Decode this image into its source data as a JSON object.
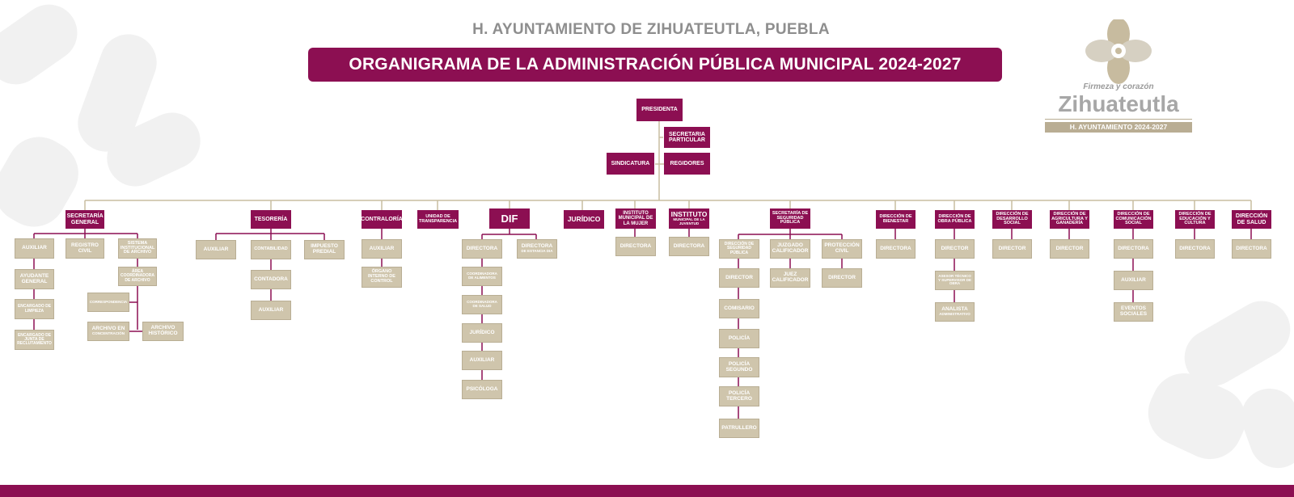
{
  "header": {
    "subtitle": "H. AYUNTAMIENTO DE ZIHUATEUTLA, PUEBLA",
    "title": "ORGANIGRAMA DE LA ADMINISTRACIÓN PÚBLICA MUNICIPAL 2024-2027"
  },
  "logo": {
    "motto": "Firmeza y corazón",
    "name": "Zihuateutla",
    "period": "H. AYUNTAMIENTO 2024-2027"
  },
  "colors": {
    "primary": "#8c0f52",
    "secondary": "#cfc5ac",
    "line": "#c9bda1"
  },
  "top": {
    "presidenta": "PRESIDENTA",
    "secretaria_particular": "SECRETARIA PARTICULAR",
    "sindicatura": "SINDICATURA",
    "regidores": "REGIDORES"
  },
  "sg": {
    "head": "SECRETARÍA GENERAL",
    "auxiliar": "AUXILIAR",
    "ayudante": "AYUDANTE GENERAL",
    "limpieza": "ENCARGADO DE LIMPIEZA",
    "junta": "ENCARGADO DE JUNTA DE RECLUTAMIENTO",
    "registro": "REGISTRO CIVIL",
    "sistema": "SISTEMA INSTITUCIONAL DE ARCHIVO",
    "area": "ÁREA COORDINADORA DE ARCHIVO",
    "correspondencia": "CORRESPONDENCIA",
    "concentracion_title": "ARCHIVO EN",
    "concentracion_sub": "CONCENTRACIÓN",
    "historico": "ARCHIVO HISTÓRICO"
  },
  "tes": {
    "head": "TESORERÍA",
    "auxiliar": "AUXILIAR",
    "contabilidad": "CONTABILIDAD",
    "contadora": "CONTADORA",
    "auxiliar2": "AUXILIAR",
    "predial": "IMPUESTO PREDIAL"
  },
  "con": {
    "head": "CONTRALORÍA",
    "auxiliar": "AUXILIAR",
    "organo": "ÓRGANO INTERNO DE CONTROL"
  },
  "ut": {
    "head": "UNIDAD DE TRANSPARENCIA"
  },
  "dif": {
    "head": "DIF",
    "directora": "DIRECTORA",
    "alimentos": "COORDINADORA DE ALIMENTOS",
    "salud": "COORDINADORA DE SALUD",
    "juridico": "JURÍDICO",
    "auxiliar": "AUXILIAR",
    "psicologa": "PSICÓLOGA",
    "estancia_title": "DIRECTORA",
    "estancia_sub": "DE ESTANCIA DIA"
  },
  "jur": {
    "head": "JURÍDICO"
  },
  "imm": {
    "head": "INSTITUTO MUNICIPAL DE LA MUJER",
    "directora": "DIRECTORA"
  },
  "imj": {
    "head_title": "INSTITUTO",
    "head_sub": "MUNICIPAL DE LA JUVENTUD",
    "directora": "DIRECTORA"
  },
  "ssp": {
    "head": "SECRETARÍA DE SEGURIDAD PÚBLICA",
    "direccion": "DIRECCIÓN DE SEGURIDAD PÚBLICA",
    "director": "DIRECTOR",
    "comisario": "COMISARIO",
    "policia": "POLICÍA",
    "segundo": "POLICÍA SEGUNDO",
    "tercero": "POLICÍA TERCERO",
    "patrullero": "PATRULLERO",
    "juzgado": "JUZGADO CALIFICADOR",
    "juez": "JUEZ CALIFICADOR",
    "proteccion": "PROTECCIÓN CIVIL",
    "director_pc": "DIRECTOR"
  },
  "bien": {
    "head": "DIRECCIÓN DE BIENESTAR",
    "directora": "DIRECTORA"
  },
  "obra": {
    "head": "DIRECCIÓN DE OBRA PÚBLICA",
    "director": "DIRECTOR",
    "asesor": "ASESOR TÉCNICO Y SUPERVISOR DE OBRA",
    "analista_title": "ANALISTA",
    "analista_sub": "ADMINISTRATIVO"
  },
  "des": {
    "head": "DIRECCIÓN DE DESARROLLO SOCIAL",
    "director": "DIRECTOR"
  },
  "agr": {
    "head": "DIRECCIÓN DE AGRICULTURA Y GANADERÍA",
    "director": "DIRECTOR"
  },
  "com": {
    "head": "DIRECCIÓN DE COMUNICACIÓN SOCIAL",
    "directora": "DIRECTORA",
    "auxiliar": "AUXILIAR",
    "eventos": "EVENTOS SOCIALES"
  },
  "edu": {
    "head": "DIRECCIÓN DE EDUCACIÓN Y CULTURA",
    "directora": "DIRECTORA"
  },
  "sal": {
    "head": "DIRECCIÓN DE SALUD",
    "directora": "DIRECTORA"
  }
}
